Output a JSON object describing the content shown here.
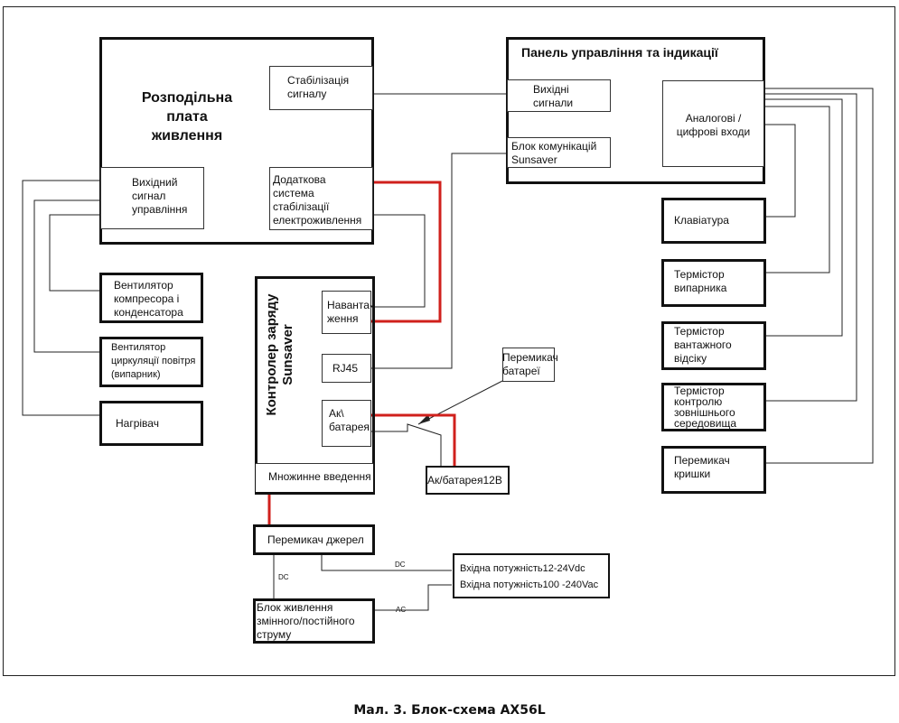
{
  "caption": "Мал. 3. Блок-схема AX56L",
  "blocks": {
    "power_board": {
      "title": "Розподільна\nплата\nживлення",
      "signal_stab": "Стабілізація\nсигналу",
      "control_out": "Вихідний\nсигнал\nуправління",
      "extra_stab": "Додаткова\nсистема\nстабілізації\nелектроживлення"
    },
    "control_panel": {
      "title": "Панель управління та індикації",
      "outputs": "Вихідні\nсигнали",
      "comm": "Блок комунікацій\nSunsaver",
      "inputs": "Аналогові /\nцифрові входи"
    },
    "fan_compressor": "Вентилятор\nкомпресора і\nконденсатора",
    "fan_circulation": "Вентилятор\nциркуляції повітря\n(випарник)",
    "heater": "Нагрівач",
    "charge_controller": {
      "title": "Контролер заряду\nSunsaver",
      "load": "Наванта-\nження",
      "rj45": "RJ45",
      "battery": "Ак\\\nбатарея",
      "multi_input": "Множинне введення"
    },
    "battery_switch": "Перемикач\nбатареї",
    "battery_12v": "Ак/батарея12В",
    "keyboard": "Клавіатура",
    "thermistor_evap": "Термістор\nвипарника",
    "thermistor_cargo": "Термістор\nвантажного\nвідсіку",
    "thermistor_env": "Термістор\nконтролю\nзовнішнього\nсередовища",
    "lid_switch": "Перемикач\nкришки",
    "source_switch": "Перемикач джерел",
    "input_power": {
      "line1": "Вхідна потужність12-24Vdc",
      "line2": "Вхідна потужність100 -240Vac"
    },
    "psu": "Блок живлення\nзмінного/постійного\nструму"
  },
  "wire_labels": {
    "dc_top": "DC",
    "dc_left": "DC",
    "ac": "AC"
  },
  "colors": {
    "wire": "#222222",
    "power_wire": "#d0201c"
  }
}
